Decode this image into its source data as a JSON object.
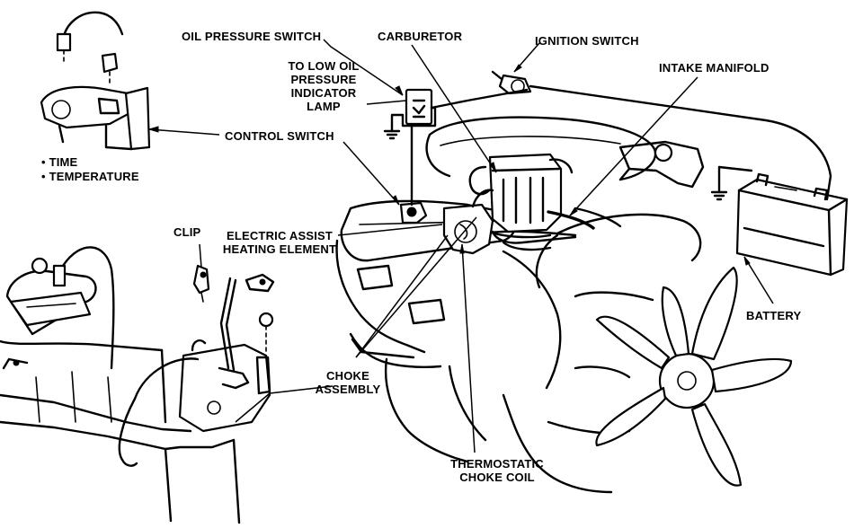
{
  "labels": {
    "oil_pressure_switch": "OIL PRESSURE SWITCH",
    "carburetor": "CARBURETOR",
    "ignition_switch": "IGNITION SWITCH",
    "intake_manifold": "INTAKE MANIFOLD",
    "to_low_oil_line1": "TO LOW OIL",
    "to_low_oil_line2": "PRESSURE",
    "to_low_oil_line3": "INDICATOR",
    "to_low_oil_line4": "LAMP",
    "control_switch": "CONTROL SWITCH",
    "time": "• TIME",
    "temperature": "• TEMPERATURE",
    "clip": "CLIP",
    "electric_assist_line1": "ELECTRIC ASSIST",
    "electric_assist_line2": "HEATING ELEMENT",
    "battery": "BATTERY",
    "choke_assembly_line1": "CHOKE",
    "choke_assembly_line2": "ASSEMBLY",
    "thermostatic_line1": "THERMOSTATIC",
    "thermostatic_line2": "CHOKE COIL"
  }
}
